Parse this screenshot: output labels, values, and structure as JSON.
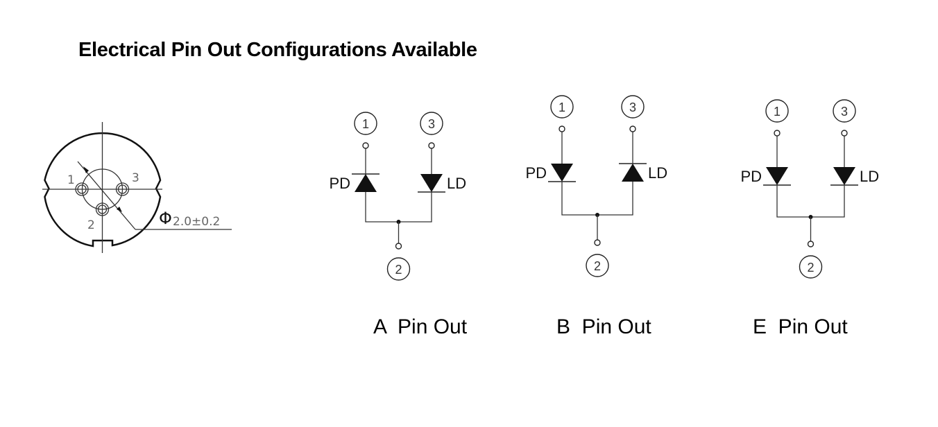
{
  "title": "Electrical Pin Out Configurations Available",
  "package_view": {
    "pin_labels": [
      "1",
      "2",
      "3"
    ],
    "dimension_symbol": "Φ",
    "dimension_text": "2.0±0.2"
  },
  "configurations": [
    {
      "id": "A",
      "caption": "A  Pin Out",
      "pd_label": "PD",
      "ld_label": "LD",
      "pd_orientation": "up",
      "ld_orientation": "down",
      "pins": [
        "1",
        "3",
        "2"
      ]
    },
    {
      "id": "B",
      "caption": "B  Pin Out",
      "pd_label": "PD",
      "ld_label": "LD",
      "pd_orientation": "down",
      "ld_orientation": "up",
      "pins": [
        "1",
        "3",
        "2"
      ]
    },
    {
      "id": "E",
      "caption": "E  Pin Out",
      "pd_label": "PD",
      "ld_label": "LD",
      "pd_orientation": "down",
      "ld_orientation": "down",
      "pins": [
        "1",
        "3",
        "2"
      ]
    }
  ]
}
